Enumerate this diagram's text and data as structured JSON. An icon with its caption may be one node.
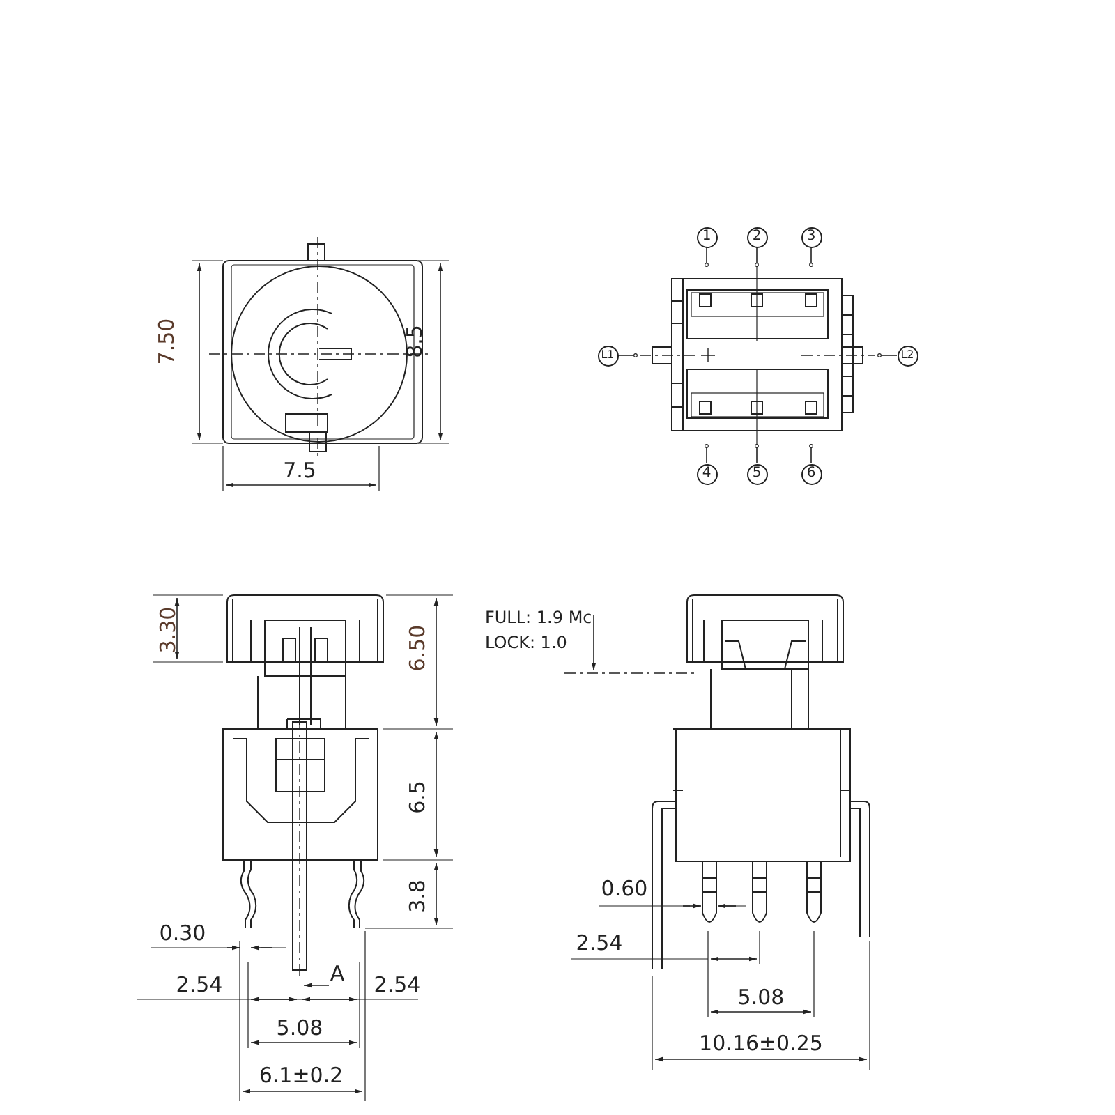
{
  "diagram": {
    "nodes": [
      {
        "text": [
          "1"
        ]
      },
      {
        "text": [
          "2"
        ]
      },
      {
        "text": [
          "3"
        ]
      },
      {
        "text": [
          "L1"
        ]
      },
      {
        "text": [
          "L2"
        ]
      },
      {
        "text": [
          "4"
        ]
      },
      {
        "text": [
          "5"
        ]
      },
      {
        "text": [
          "6"
        ]
      },
      {
        "text": [],
        "shape": "picture"
      }
    ],
    "edges": [
      {
        "from": 0,
        "to": 8,
        "arrow": "other"
      },
      {
        "from": 1,
        "to": 8,
        "arrow": "other"
      },
      {
        "from": 2,
        "to": 8,
        "arrow": "other"
      },
      {
        "from": 3,
        "to": 8,
        "arrow": "other"
      },
      {
        "from": 4,
        "to": 8,
        "arrow": "other"
      },
      {
        "from": 5,
        "to": 8,
        "arrow": "other"
      },
      {
        "from": 6,
        "to": 8,
        "arrow": "other"
      },
      {
        "from": 7,
        "to": 8,
        "arrow": "other"
      }
    ],
    "labels": [
      "7.50",
      "8.5",
      "7.5",
      "3.30",
      "6.50",
      "6.5",
      "3.8",
      "0.30",
      "2.54",
      "A",
      "2.54",
      "5.08",
      "6.1±0.2",
      "FULL: 1.9 Mc",
      "LOCK: 1.0",
      "0.60",
      "2.54",
      "5.08",
      "10.16±0.25"
    ]
  }
}
